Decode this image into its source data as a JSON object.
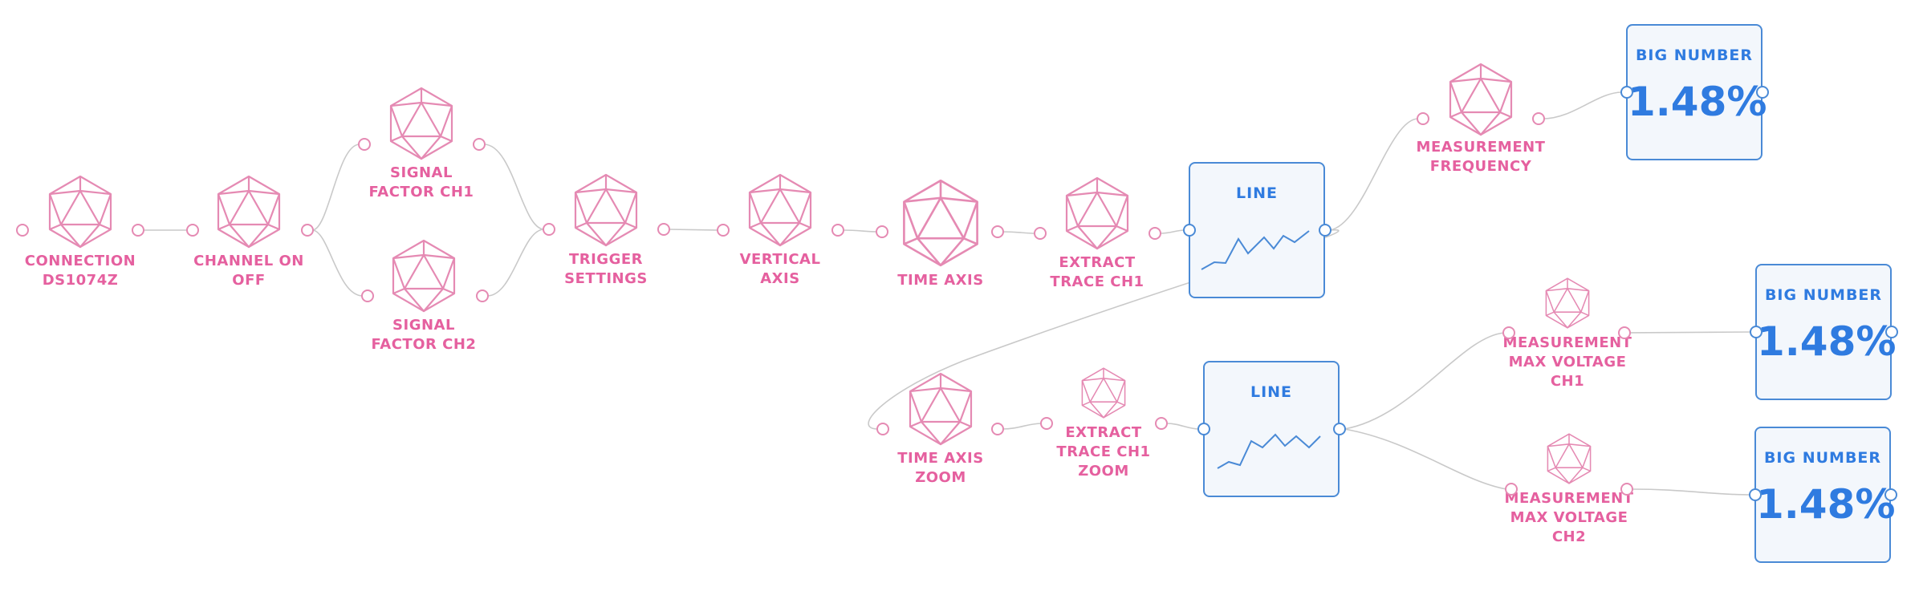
{
  "colors": {
    "node_pink": "#e58ab3",
    "label_pink": "#e5609f",
    "widget_blue": "#2f7be0",
    "widget_border": "#4a8ad6",
    "widget_fill": "#f3f7fc",
    "wire_gray": "#c9c9c9"
  },
  "nodes": [
    {
      "id": "connection",
      "label": "CONNECTION\nDS1074Z",
      "icon": "icosahedron-icon"
    },
    {
      "id": "channel",
      "label": "CHANNEL ON\nOFF",
      "icon": "icosahedron-icon"
    },
    {
      "id": "sig1",
      "label": "SIGNAL\nFACTOR CH1",
      "icon": "icosahedron-icon"
    },
    {
      "id": "sig2",
      "label": "SIGNAL\nFACTOR CH2",
      "icon": "icosahedron-icon"
    },
    {
      "id": "trigger",
      "label": "TRIGGER\nSETTINGS",
      "icon": "icosahedron-icon"
    },
    {
      "id": "vertical",
      "label": "VERTICAL\nAXIS",
      "icon": "icosahedron-icon"
    },
    {
      "id": "timeaxis",
      "label": "TIME AXIS",
      "icon": "icosahedron-icon"
    },
    {
      "id": "extract1",
      "label": "EXTRACT\nTRACE CH1",
      "icon": "icosahedron-icon"
    },
    {
      "id": "measfreq",
      "label": "MEASUREMENT\nFREQUENCY",
      "icon": "icosahedron-icon"
    },
    {
      "id": "tazoom",
      "label": "TIME AXIS\nZOOM",
      "icon": "icosahedron-icon"
    },
    {
      "id": "extractzoom",
      "label": "EXTRACT\nTRACE CH1\nZOOM",
      "icon": "icosahedron-icon"
    },
    {
      "id": "meas1",
      "label": "MEASUREMENT\nMAX VOLTAGE\nCH1",
      "icon": "icosahedron-icon"
    },
    {
      "id": "meas2",
      "label": "MEASUREMENT\nMAX VOLTAGE\nCH2",
      "icon": "icosahedron-icon"
    }
  ],
  "line_widgets": [
    {
      "id": "line1",
      "title": "LINE",
      "icon": "line-chart-icon"
    },
    {
      "id": "line2",
      "title": "LINE",
      "icon": "line-chart-icon"
    }
  ],
  "big_number_widgets": [
    {
      "id": "big1",
      "title": "BIG NUMBER",
      "value": "1.48%"
    },
    {
      "id": "big2",
      "title": "BIG NUMBER",
      "value": "1.48%"
    },
    {
      "id": "big3",
      "title": "BIG NUMBER",
      "value": "1.48%"
    }
  ],
  "connections": [
    [
      "connection",
      "channel"
    ],
    [
      "channel",
      "sig1"
    ],
    [
      "channel",
      "sig2"
    ],
    [
      "sig1",
      "trigger"
    ],
    [
      "sig2",
      "trigger"
    ],
    [
      "trigger",
      "vertical"
    ],
    [
      "vertical",
      "timeaxis"
    ],
    [
      "timeaxis",
      "extract1"
    ],
    [
      "extract1",
      "line1"
    ],
    [
      "line1",
      "measfreq"
    ],
    [
      "measfreq",
      "big1"
    ],
    [
      "line1",
      "tazoom"
    ],
    [
      "tazoom",
      "extractzoom"
    ],
    [
      "extractzoom",
      "line2"
    ],
    [
      "line2",
      "meas1"
    ],
    [
      "line2",
      "meas2"
    ],
    [
      "meas1",
      "big2"
    ],
    [
      "meas2",
      "big3"
    ]
  ]
}
